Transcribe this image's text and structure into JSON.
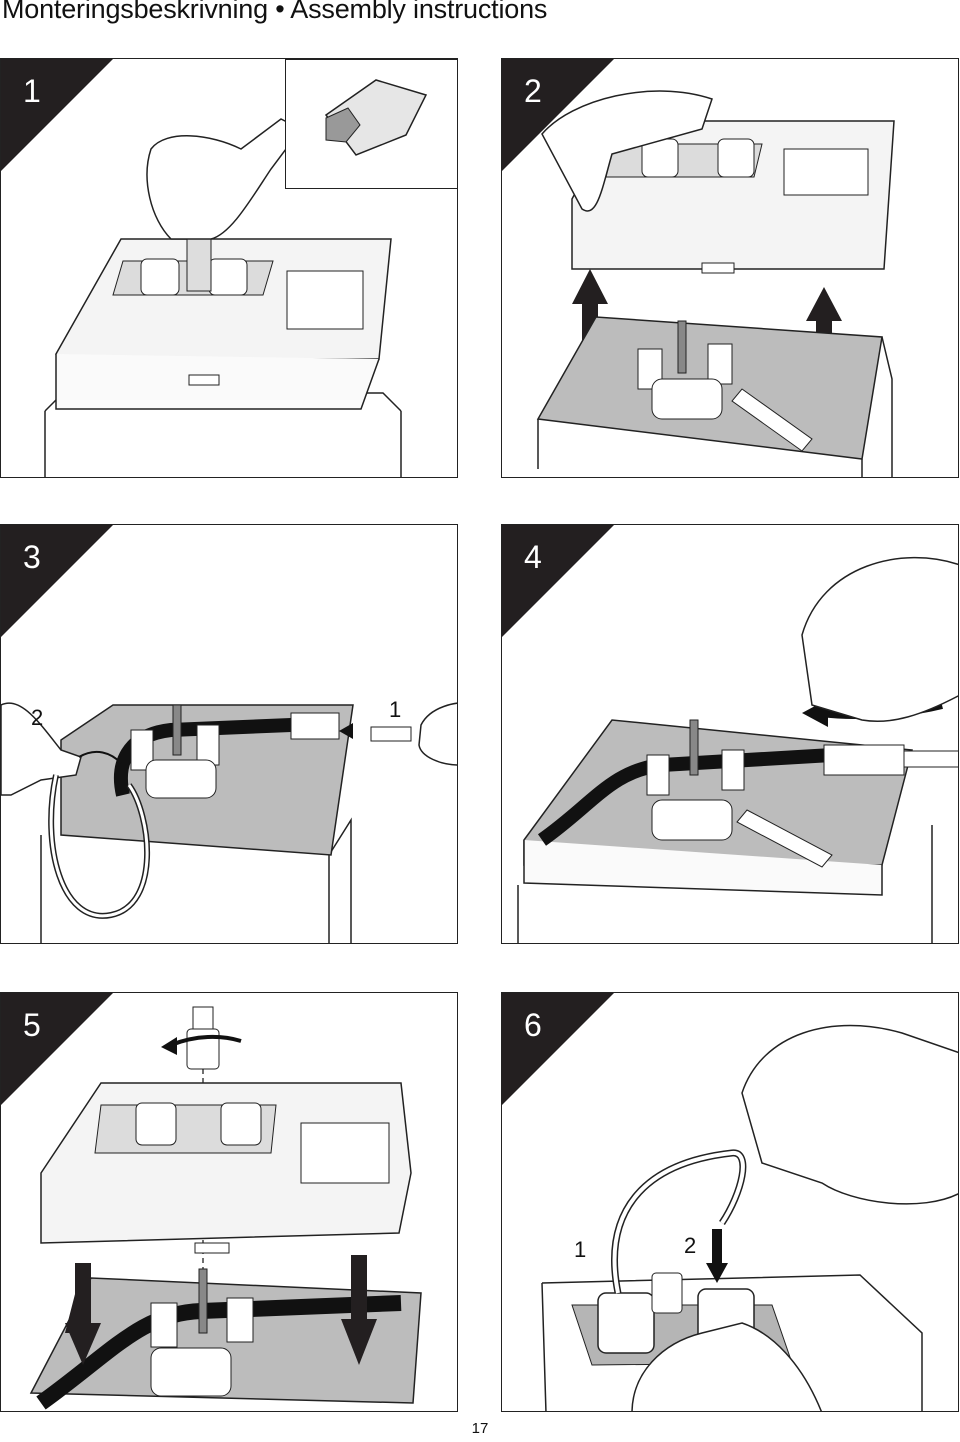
{
  "header": {
    "title": "Monteringsbeskrivning • Assembly instructions"
  },
  "steps": [
    {
      "number": "1"
    },
    {
      "number": "2"
    },
    {
      "number": "3",
      "callouts": [
        "2",
        "1"
      ]
    },
    {
      "number": "4"
    },
    {
      "number": "5"
    },
    {
      "number": "6",
      "callouts": [
        "1",
        "2"
      ]
    }
  ],
  "footer": {
    "page_number": "17"
  }
}
